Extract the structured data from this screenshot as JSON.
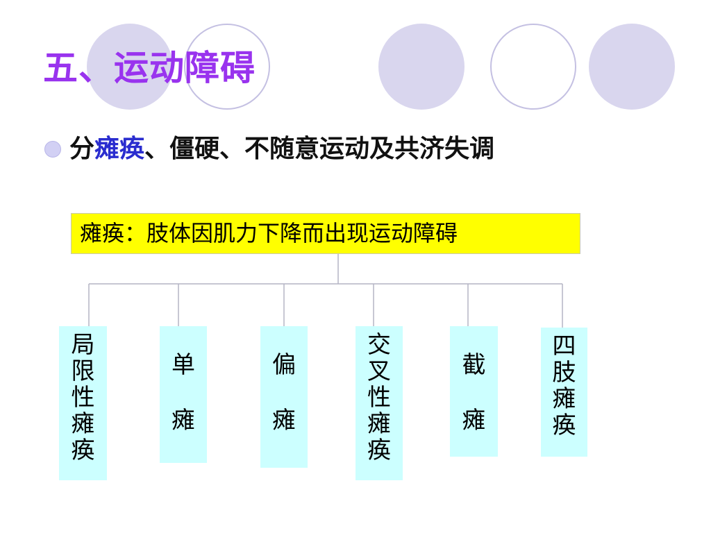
{
  "slide": {
    "title": "五、运动障碍",
    "bullet": {
      "prefix": "分",
      "highlight": "瘫痪",
      "suffix": "、僵硬、不随意运动及共济失调"
    },
    "definition": "瘫痪：肢体因肌力下降而出现运动障碍",
    "categories": [
      {
        "chars": [
          "局",
          "限",
          "性",
          "瘫",
          "痪"
        ]
      },
      {
        "chars": [
          "单",
          "瘫"
        ]
      },
      {
        "chars": [
          "偏",
          "瘫"
        ]
      },
      {
        "chars": [
          "交",
          "叉",
          "性",
          "瘫",
          "痪"
        ]
      },
      {
        "chars": [
          "截",
          "瘫"
        ]
      },
      {
        "chars": [
          "四",
          "肢",
          "瘫",
          "痪"
        ]
      }
    ]
  },
  "colors": {
    "title": "#9933ee",
    "highlight": "#2a2dcf",
    "definition_bg": "#ffff00",
    "leaf_bg": "#ccffff",
    "circle_fill": "#d9d6ee",
    "circle_ring": "#c4c0e2",
    "connector": "#b4b4c4"
  }
}
